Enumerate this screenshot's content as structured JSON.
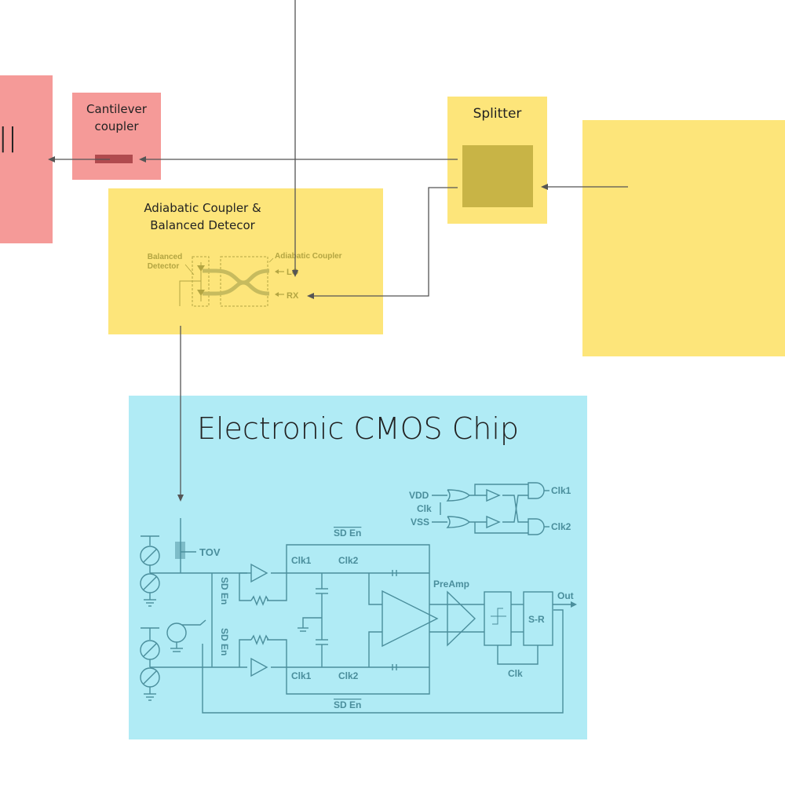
{
  "blocks": {
    "left_block": {
      "label_fragment": "ll",
      "color": "#f59a98"
    },
    "cantilever": {
      "label": "Cantilever coupler",
      "line1": "Cantilever",
      "line2": "coupler",
      "color": "#f59a98",
      "element_color": "#b04a4e"
    },
    "adiabatic": {
      "line1": "Adiabatic Coupler &",
      "line2": "Balanced Detecor",
      "color": "#fde57a",
      "inset": {
        "balanced_line1": "Balanced",
        "balanced_line2": "Detector",
        "adiabatic_label": "Adiabatic Coupler",
        "lo": "LO",
        "rx": "RX"
      }
    },
    "splitter": {
      "label": "Splitter",
      "color": "#fde57a",
      "element_color": "#c8b446"
    },
    "right_block": {
      "color": "#fde57a"
    },
    "cmos": {
      "title": "Electronic CMOS Chip",
      "color": "#b0ebf5",
      "circuit": {
        "tov": "TOV",
        "sd_en": "SD En",
        "sd_en_bar": "SD En",
        "clk1": "Clk1",
        "clk2": "Clk2",
        "preamp": "PreAmp",
        "sr": "S-R",
        "out": "Out",
        "clk": "Clk",
        "vdd": "VDD",
        "vss": "VSS",
        "clk_out1": "Clk1",
        "clk_out2": "Clk2"
      }
    }
  },
  "colors": {
    "connector": "#555555",
    "circuit_line": "#4a8e9c",
    "inset_line": "#b3a542"
  }
}
